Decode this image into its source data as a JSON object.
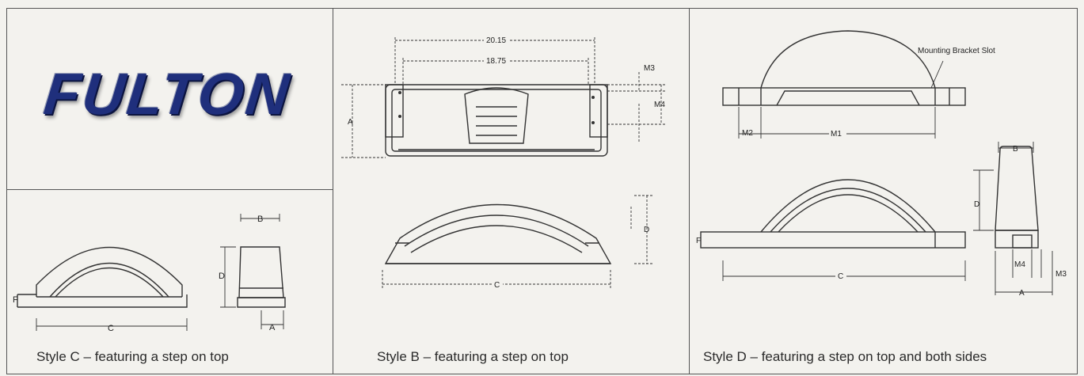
{
  "logo": {
    "text": "FULTON",
    "color": "#1f2f7c"
  },
  "panels": {
    "style_c": {
      "caption": "Style C – featuring a step on top",
      "labels": {
        "f": "F",
        "c": "C",
        "b": "B",
        "d": "D",
        "a": "A"
      }
    },
    "style_b": {
      "caption": "Style B – featuring a step on top",
      "labels": {
        "dim_outer": "20.15",
        "dim_inner": "18.75",
        "m3": "M3",
        "m4": "M4",
        "a": "A",
        "d": "D",
        "c": "C"
      }
    },
    "style_d": {
      "caption": "Style D – featuring a step on top and both sides",
      "labels": {
        "bracket": "Mounting Bracket Slot",
        "m2": "M2",
        "m1": "M1",
        "f": "F",
        "c": "C",
        "b": "B",
        "d": "D",
        "m4": "M4",
        "m3": "M3",
        "a": "A"
      }
    }
  }
}
